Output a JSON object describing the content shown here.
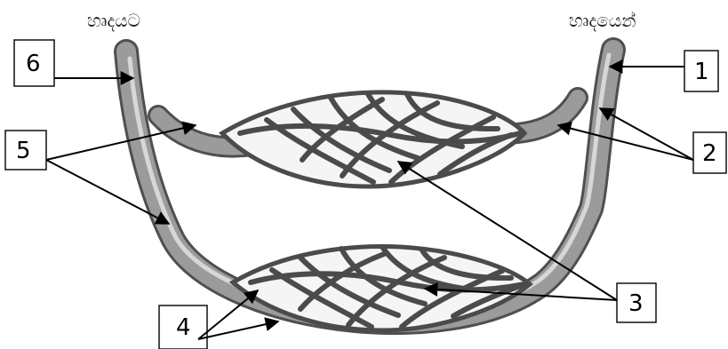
{
  "headings": {
    "left": "හෘදයට",
    "right": "හෘදයෙන්"
  },
  "labels": {
    "one": "1",
    "two": "2",
    "three": "3",
    "four": "4",
    "five": "5",
    "six": "6"
  },
  "colors": {
    "vessel": "#9b9b9b",
    "vessel_outline": "#4f4f4f",
    "lumen": "#d7d7d7",
    "capillary": "#4b4b4b",
    "arrow": "#000000"
  }
}
